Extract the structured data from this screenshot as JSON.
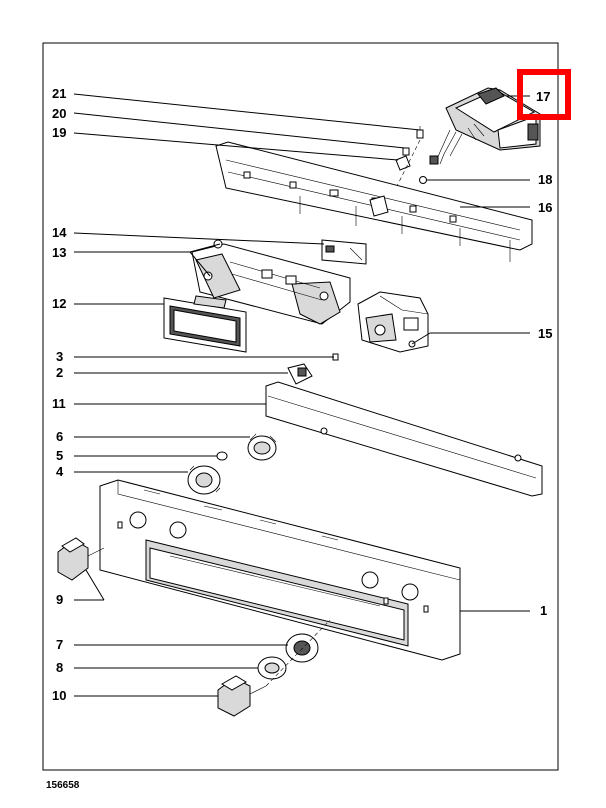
{
  "diagram_id": "156658",
  "highlight_color": "#ff0000",
  "callouts": [
    "21",
    "20",
    "19",
    "17",
    "18",
    "16",
    "14",
    "13",
    "12",
    "15",
    "3",
    "2",
    "11",
    "6",
    "5",
    "4",
    "9",
    "1",
    "7",
    "8",
    "10"
  ]
}
